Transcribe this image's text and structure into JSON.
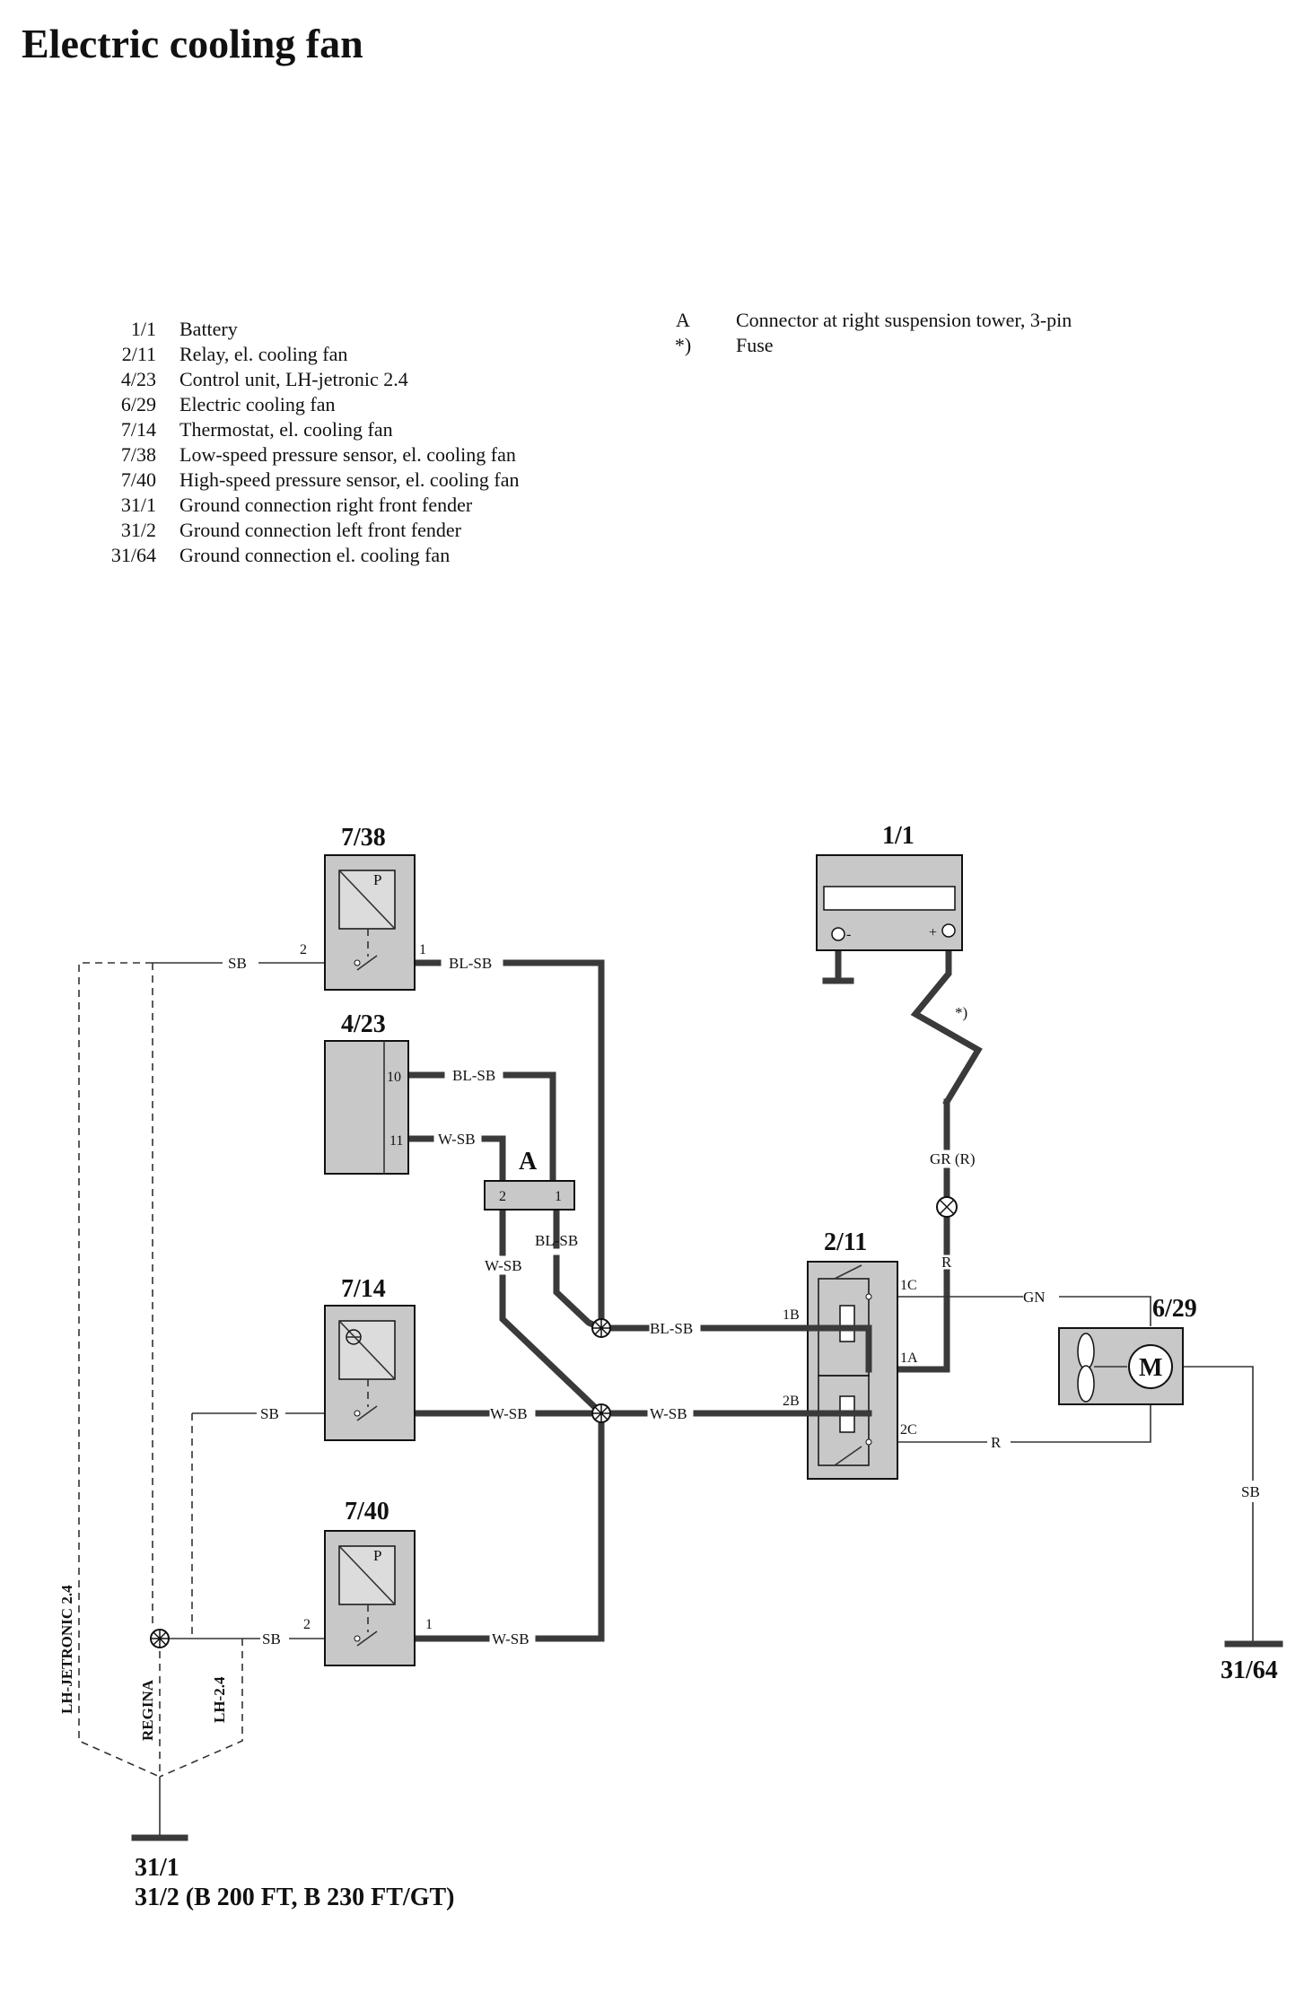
{
  "title": "Electric cooling fan",
  "legend_left": [
    {
      "code": "1/1",
      "desc": "Battery"
    },
    {
      "code": "2/11",
      "desc": "Relay, el. cooling fan"
    },
    {
      "code": "4/23",
      "desc": "Control unit, LH-jetronic 2.4"
    },
    {
      "code": "6/29",
      "desc": "Electric cooling fan"
    },
    {
      "code": "7/14",
      "desc": "Thermostat, el. cooling fan"
    },
    {
      "code": "7/38",
      "desc": "Low-speed pressure sensor, el. cooling fan"
    },
    {
      "code": "7/40",
      "desc": "High-speed pressure sensor, el. cooling fan"
    },
    {
      "code": "31/1",
      "desc": "Ground connection right front fender"
    },
    {
      "code": "31/2",
      "desc": "Ground connection left front fender"
    },
    {
      "code": "31/64",
      "desc": "Ground connection el. cooling fan"
    }
  ],
  "legend_right": [
    {
      "code": "A",
      "desc": "Connector at right suspension tower, 3-pin"
    },
    {
      "code": "*)",
      "desc": "Fuse"
    }
  ],
  "components": {
    "c738": "7/38",
    "c423": "4/23",
    "c714": "7/14",
    "c740": "7/40",
    "c11": "1/1",
    "c211": "2/11",
    "c629": "6/29",
    "cA": "A"
  },
  "symbols": {
    "p": "P",
    "motor": "M",
    "plus": "+",
    "minus": "-"
  },
  "pins": {
    "p738_2": "2",
    "p738_1": "1",
    "p423_10": "10",
    "p423_11": "11",
    "pA_2": "2",
    "pA_1": "1",
    "p740_2": "2",
    "p740_1": "1",
    "p211_1C": "1C",
    "p211_1B": "1B",
    "p211_1A": "1A",
    "p211_2B": "2B",
    "p211_2C": "2C"
  },
  "wires": {
    "sb_738": "SB",
    "blsb_738": "BL-SB",
    "blsb_423": "BL-SB",
    "wsb_423": "W-SB",
    "blsb_A": "BL-SB",
    "wsb_A": "W-SB",
    "blsb_211": "BL-SB",
    "wsb_211": "W-SB",
    "sb_714": "SB",
    "wsb_714": "W-SB",
    "sb_740": "SB",
    "wsb_740": "W-SB",
    "gr_r": "GR (R)",
    "r_1a": "R",
    "gn": "GN",
    "r_2c": "R",
    "sb_629": "SB",
    "fuse": "*)"
  },
  "branches": {
    "lh_jetronic": "LH-JETRONIC 2.4",
    "regina": "REGINA",
    "lh24": "LH-2.4"
  },
  "grounds": {
    "g3164": "31/64",
    "g311": "31/1",
    "g312": "31/2 (B 200 FT, B 230 FT/GT)"
  }
}
